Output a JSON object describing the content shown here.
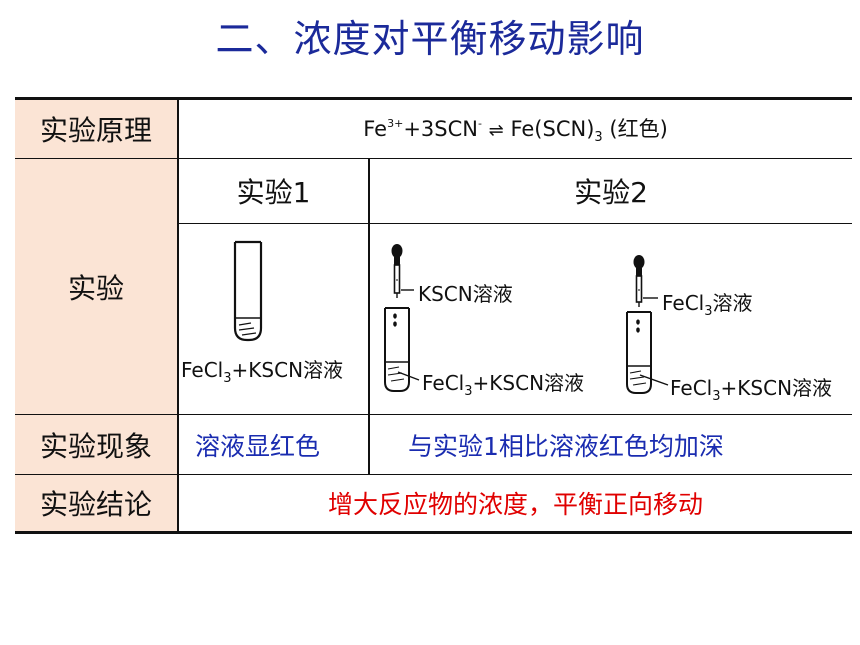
{
  "title": "二、浓度对平衡移动影响",
  "rows": {
    "principle": {
      "header": "实验原理",
      "formula": {
        "fe": "Fe",
        "fe_charge": "3+",
        "plus_scn": "+3SCN",
        "scn_charge": "-",
        "arrow": "⇌",
        "product": "Fe(SCN)",
        "product_sub": "3",
        "color_note": "(红色)"
      }
    },
    "experiment": {
      "header": "实验",
      "exp1_title": "实验1",
      "exp2_title": "实验2",
      "exp1_label": {
        "a": "FeCl",
        "sub": "3",
        "b": "+KSCN溶液"
      },
      "exp2a_dropper_label": "KSCN溶液",
      "exp2a_tube_label": {
        "a": "FeCl",
        "sub": "3",
        "b": "+KSCN溶液"
      },
      "exp2b_dropper_label": {
        "a": "FeCl",
        "sub": "3",
        "b": "溶液"
      },
      "exp2b_tube_label": {
        "a": "FeCl",
        "sub": "3",
        "b": "+KSCN溶液"
      }
    },
    "phenomenon": {
      "header": "实验现象",
      "exp1": "溶液显红色",
      "exp2": "与实验1相比溶液红色均加深"
    },
    "conclusion": {
      "header": "实验结论",
      "text": "增大反应物的浓度，平衡正向移动"
    }
  },
  "colors": {
    "title": "#1b2a9a",
    "header_bg": "#fbe4d5",
    "phenomenon_text": "#1a2cb0",
    "conclusion_text": "#e00000"
  },
  "icons": [
    "test-tube-icon",
    "dropper-icon"
  ]
}
